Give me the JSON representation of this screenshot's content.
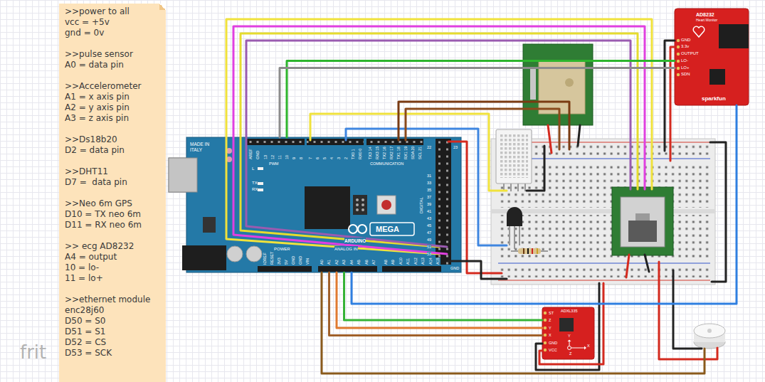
{
  "diagram": {
    "nodes": [
      {
        "text": [
          ">>power to all",
          "vcc = +5v",
          "gnd = 0v",
          ">>pulse sensor",
          "A0 = data pin",
          ">>Accelerometer",
          "A1 = x axis pin",
          "A2 = y axis pin",
          "A3 = z axis pin",
          ">>Ds18b20",
          "D2 = data pin",
          ">>DHT11",
          "D7 =  data pin",
          ">>Neo 6m GPS",
          "D10 = TX neo 6m",
          "D11 = RX neo 6m",
          ">> ecg AD8232",
          "A4 = output",
          "10 = lo-",
          "11 = lo+",
          ">>ethernet module",
          "enc28j60",
          "D50 = S0",
          "D51 = S1",
          "D52 = CS",
          "D53 = SCK"
        ]
      },
      {
        "text": [
          "MADE IN ITALY",
          "PWM",
          "L",
          "TX",
          "RX",
          "COMMUNICATION",
          "MEGA",
          "ARDUINO",
          "DIGITAL",
          "POWER",
          "ANALOG IN",
          "AREF",
          "GND",
          "13",
          "12",
          "11",
          "10",
          "9",
          "8",
          "7",
          "6",
          "5",
          "4",
          "3",
          "2",
          "TX0 1",
          "RX0 0",
          "TX3 14",
          "RX3 15",
          "TX2 16",
          "RX2 17",
          "TX1 18",
          "RX1 19",
          "SDA 20",
          "SCL 21",
          "IOREF",
          "RESET",
          "3V3",
          "5V",
          "GND",
          "GND",
          "VIN",
          "A0",
          "A1",
          "A2",
          "A3",
          "A4",
          "A5",
          "A6",
          "A7",
          "A8",
          "A9",
          "A10",
          "A11",
          "A12",
          "A13",
          "A14",
          "A15",
          "22",
          "23",
          "31",
          "33",
          "35",
          "37",
          "39",
          "41",
          "43",
          "45",
          "47",
          "49",
          "51",
          "53",
          "GND"
        ]
      },
      {
        "text": [
          "AD8232",
          "Heart Monitor",
          "GND",
          "3.3v",
          "OUTPUT",
          "LO-",
          "LO+",
          "SDN",
          "sparkfun"
        ]
      },
      {
        "text": [
          "ADXL335",
          "ST",
          "Z",
          "Y",
          "X",
          "GND",
          "VCC",
          "X",
          "Y",
          "Z"
        ]
      }
    ],
    "edges": [
      {
        "from": 1,
        "to": 2,
        "arrow": "none"
      },
      {
        "from": 1,
        "to": 2,
        "arrow": "none"
      },
      {
        "from": 1,
        "to": 2,
        "arrow": "none"
      },
      {
        "from": 1,
        "to": 3,
        "arrow": "none"
      },
      {
        "from": 1,
        "to": 3,
        "arrow": "none"
      },
      {
        "from": 1,
        "to": 3,
        "arrow": "none"
      }
    ],
    "labels": [
      "frit"
    ]
  }
}
